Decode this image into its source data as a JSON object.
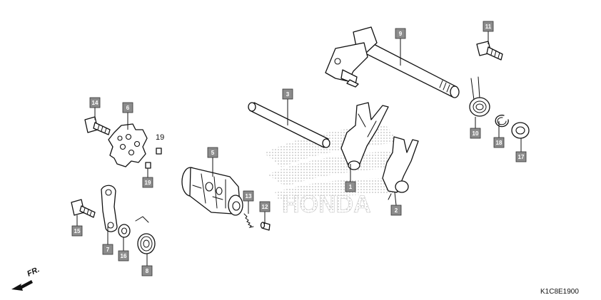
{
  "parts": [
    {
      "tag": "1"
    },
    {
      "tag": "2"
    },
    {
      "tag": "3"
    },
    {
      "tag": "5"
    },
    {
      "tag": "6"
    },
    {
      "tag": "7"
    },
    {
      "tag": "8"
    },
    {
      "tag": "9"
    },
    {
      "tag": "10"
    },
    {
      "tag": "11"
    },
    {
      "tag": "12"
    },
    {
      "tag": "13"
    },
    {
      "tag": "14"
    },
    {
      "tag": "15"
    },
    {
      "tag": "16"
    },
    {
      "tag": "17"
    },
    {
      "tag": "18"
    },
    {
      "tag": "19"
    }
  ],
  "loose_label": "19",
  "watermark_text": "HONDA",
  "direction_label": "FR.",
  "diagram_code": "K1C8E1900"
}
